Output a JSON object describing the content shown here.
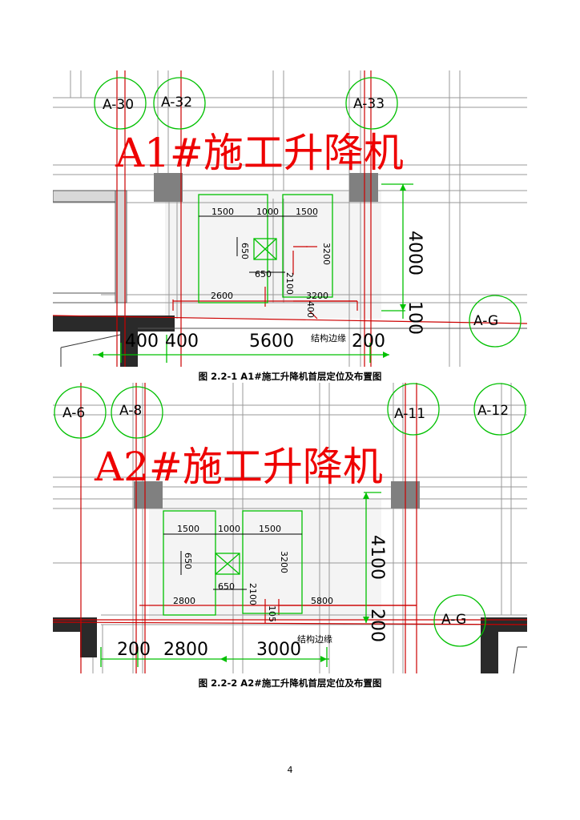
{
  "figure1": {
    "title": "A1#施工升降机",
    "axes": [
      "A-30",
      "A-32",
      "A-33",
      "A-G"
    ],
    "dims": {
      "d1500a": "1500",
      "d1000": "1000",
      "d1500b": "1500",
      "d3200v": "3200",
      "d650v": "650",
      "d650h": "650",
      "d2100": "2100",
      "d2600": "2600",
      "d3200h": "3200",
      "d400v": "400",
      "d4000": "4000",
      "d100": "100",
      "b400a": "400",
      "b400b": "400",
      "b5600": "5600",
      "b200": "200"
    },
    "edge_label": "结构边缘",
    "caption": "图 2.2-1 A1#施工升降机首层定位及布置图"
  },
  "figure2": {
    "title": "A2#施工升降机",
    "axes": [
      "A-6",
      "A-8",
      "A-11",
      "A-12",
      "A-G"
    ],
    "dims": {
      "d1500a": "1500",
      "d1000": "1000",
      "d1500b": "1500",
      "d3200v": "3200",
      "d650v": "650",
      "d650h": "650",
      "d2100": "2100",
      "d2800": "2800",
      "d5800": "5800",
      "d105": "105",
      "d4100": "4100",
      "d200v": "200",
      "b200": "200",
      "b2800": "2800",
      "b3000": "3000"
    },
    "edge_label": "结构边缘",
    "caption": "图 2.2-2 A2#施工升降机首层定位及布置图"
  },
  "page_number": "4",
  "colors": {
    "axis_bubble": "#00c000",
    "hoist_outline": "#00c000",
    "dimension": "#00c000",
    "red_line": "#cc0000",
    "title": "#ee0000",
    "column": "#808080",
    "wall": "#2a2a2a"
  }
}
